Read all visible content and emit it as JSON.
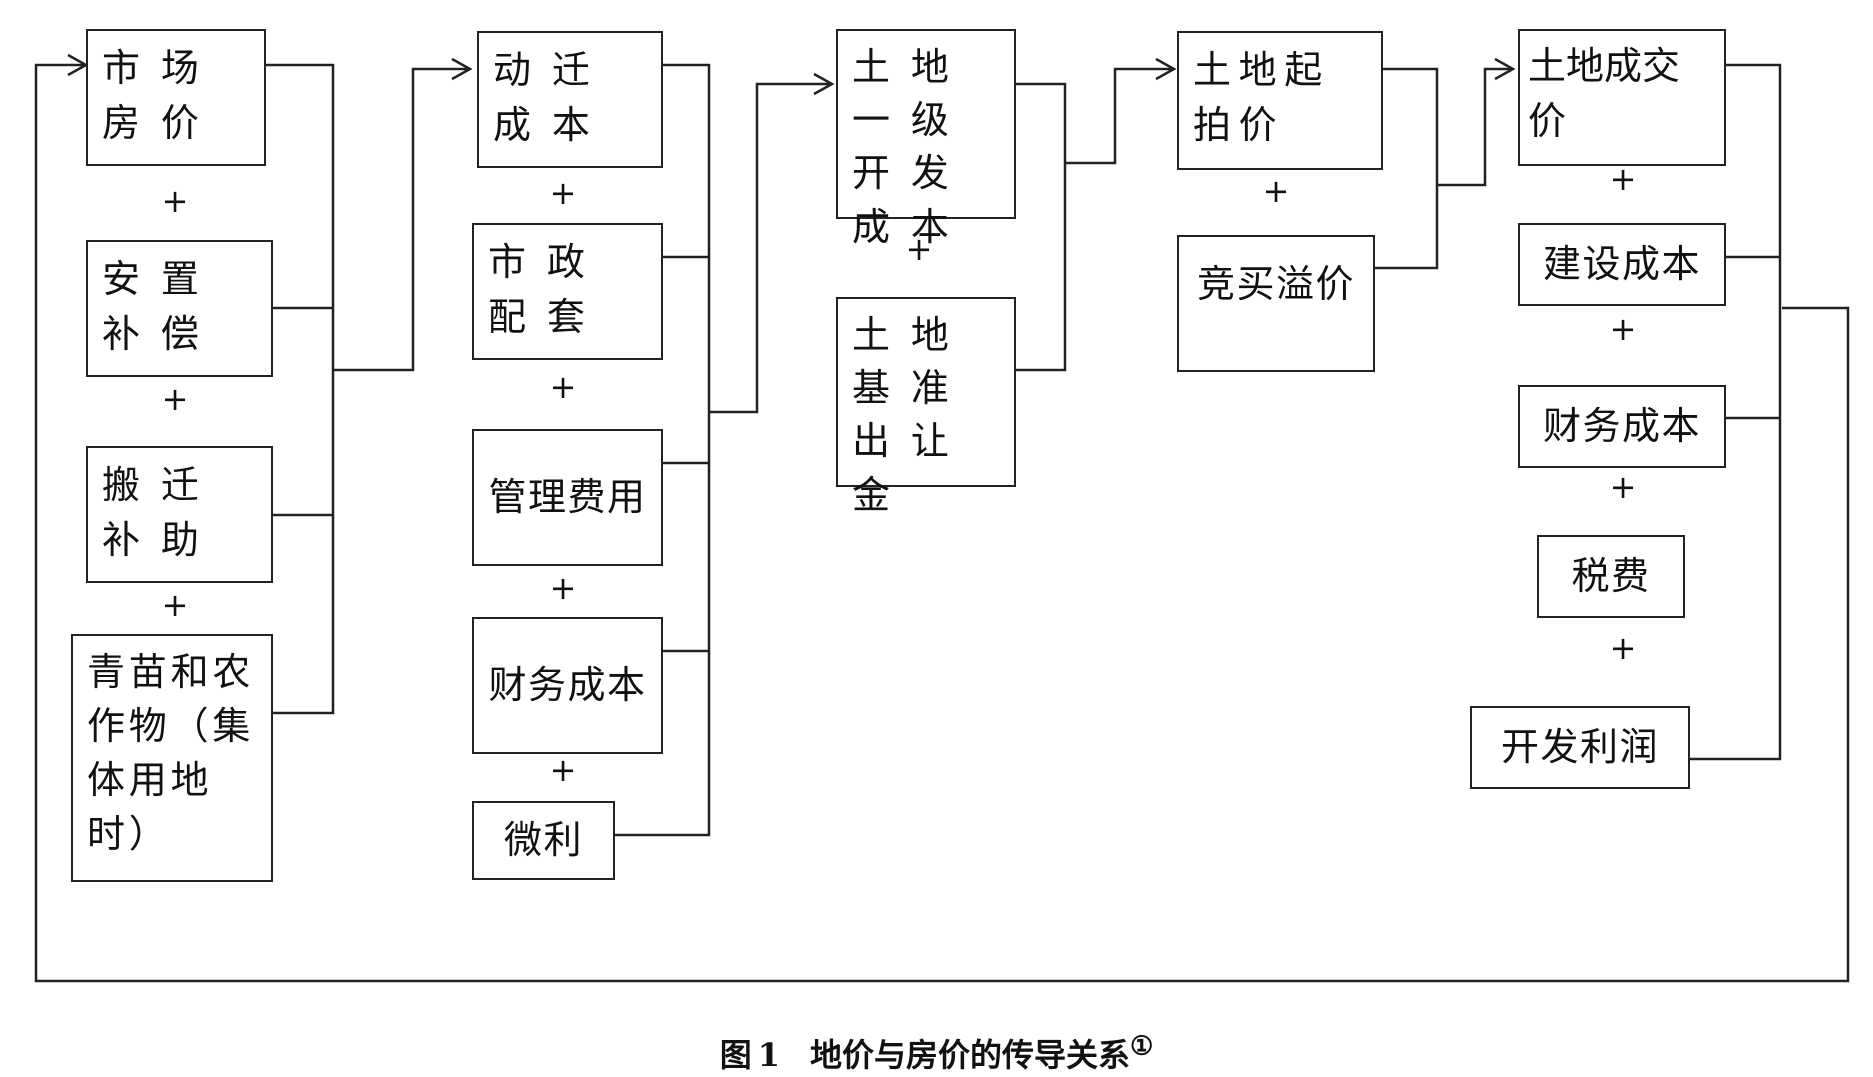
{
  "diagram": {
    "col1": [
      {
        "id": "market_price",
        "label": "市场房价"
      },
      {
        "id": "resettle",
        "label": "安置补偿"
      },
      {
        "id": "relocation",
        "label": "搬迁补助"
      },
      {
        "id": "crops",
        "label": "青苗和农作物（集体用地时）"
      }
    ],
    "col2": [
      {
        "id": "demolition",
        "label": "动迁成本"
      },
      {
        "id": "municipal",
        "label": "市政配套"
      },
      {
        "id": "management",
        "label": "管理费用"
      },
      {
        "id": "finance1",
        "label": "财务成本"
      },
      {
        "id": "profit1",
        "label": "微利"
      }
    ],
    "col3": [
      {
        "id": "primary_dev",
        "label": "土地一级开发成本"
      },
      {
        "id": "benchmark",
        "label": "土地基准出让金"
      }
    ],
    "col4": [
      {
        "id": "start_price",
        "label": "土地起拍价"
      },
      {
        "id": "premium",
        "label": "竞买溢价"
      }
    ],
    "col5": [
      {
        "id": "deal_price",
        "label": "土地成交价"
      },
      {
        "id": "construction",
        "label": "建设成本"
      },
      {
        "id": "finance2",
        "label": "财务成本"
      },
      {
        "id": "tax",
        "label": "税费"
      },
      {
        "id": "dev_profit",
        "label": "开发利润"
      }
    ],
    "plus_sign": "+"
  },
  "caption": {
    "fig": "图",
    "num": "1",
    "text": "地价与房价的传导关系",
    "note": "①"
  }
}
